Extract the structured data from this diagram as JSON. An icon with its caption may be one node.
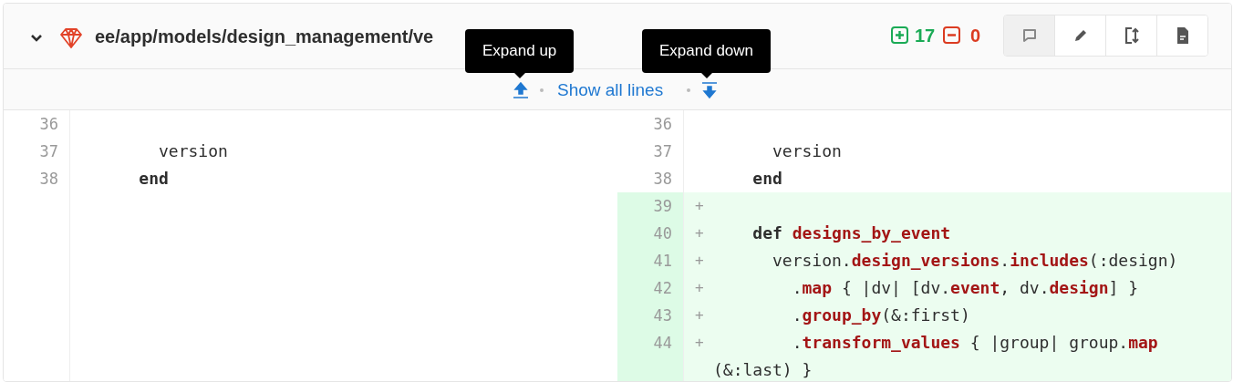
{
  "diagram": {
    "labels": [
      "ee/app/models/design_management/ve",
      "17",
      "0",
      "Expand up",
      "Expand down",
      "Show all lines",
      "36",
      "36",
      "37",
      "version",
      "37",
      "version",
      "38",
      "end",
      "38",
      "end",
      "39",
      "+",
      "40",
      "+",
      "**def** **designs_by_event**",
      "41",
      "+",
      "version.**design_versions**.**includes**(:design)",
      "42",
      "+",
      ".**map** { |dv| [dv.**event**, dv.**design**] }",
      "43",
      "+",
      ".**group_by**(&:first)",
      "44",
      "+",
      ".**transform_values** { |group| group.**map**(&:last) }"
    ]
  }
}
